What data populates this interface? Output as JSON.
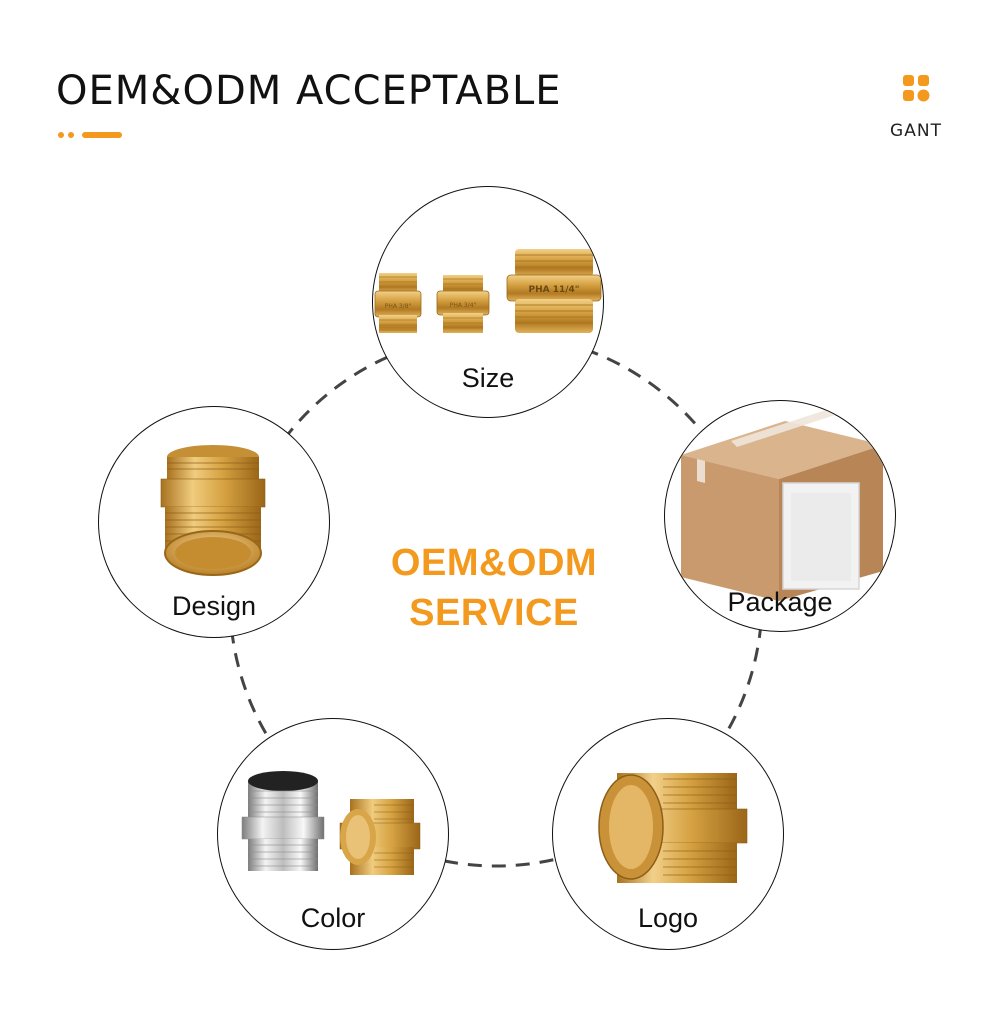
{
  "header": {
    "title": "OEM&ODM ACCEPTABLE",
    "brand": "GANT"
  },
  "center": {
    "line1": "OEM&ODM",
    "line2": "SERVICE"
  },
  "nodes": {
    "size": "Size",
    "design": "Design",
    "package": "Package",
    "color": "Color",
    "logo": "Logo"
  },
  "product_stamps": [
    "PHA 3/8\"",
    "PHA 3/4\"",
    "PHA 11/4\""
  ],
  "colors": {
    "accent": "#f39a1e",
    "brass": "#d4a23a",
    "text": "#111111"
  }
}
